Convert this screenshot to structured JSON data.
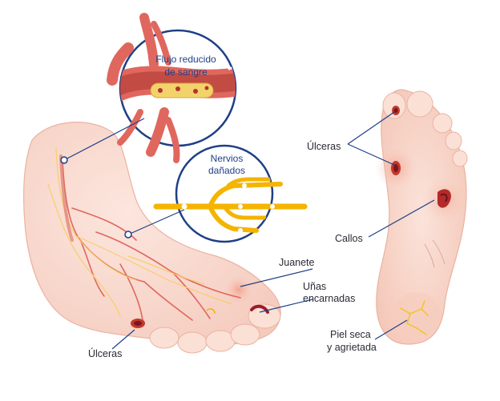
{
  "labels": {
    "flujo_line1": "Flujo reducido",
    "flujo_line2": "de sangre",
    "nervios_line1": "Nervios",
    "nervios_line2": "dañados",
    "juanete": "Juanete",
    "unas_line1": "Uñas",
    "unas_line2": "encarnadas",
    "ulceras_top": "Úlceras",
    "ulceras_bottom": "Úlceras",
    "callos": "Callos",
    "piel_line1": "Piel seca",
    "piel_line2": "y agrietada"
  },
  "colors": {
    "skin": "#f9d9cf",
    "skin_shadow": "#f2c2b3",
    "vessel": "#e0675e",
    "vessel_dark": "#c0392b",
    "nerve": "#f4b400",
    "nerve_light": "#f8d66d",
    "circle_border": "#1f3f86",
    "ulcer": "#9b1c2e",
    "leader": "#1f3f86"
  },
  "icons": [
    "blood-vessel-icon",
    "nerve-icon",
    "foot-side-icon",
    "foot-sole-icon"
  ]
}
